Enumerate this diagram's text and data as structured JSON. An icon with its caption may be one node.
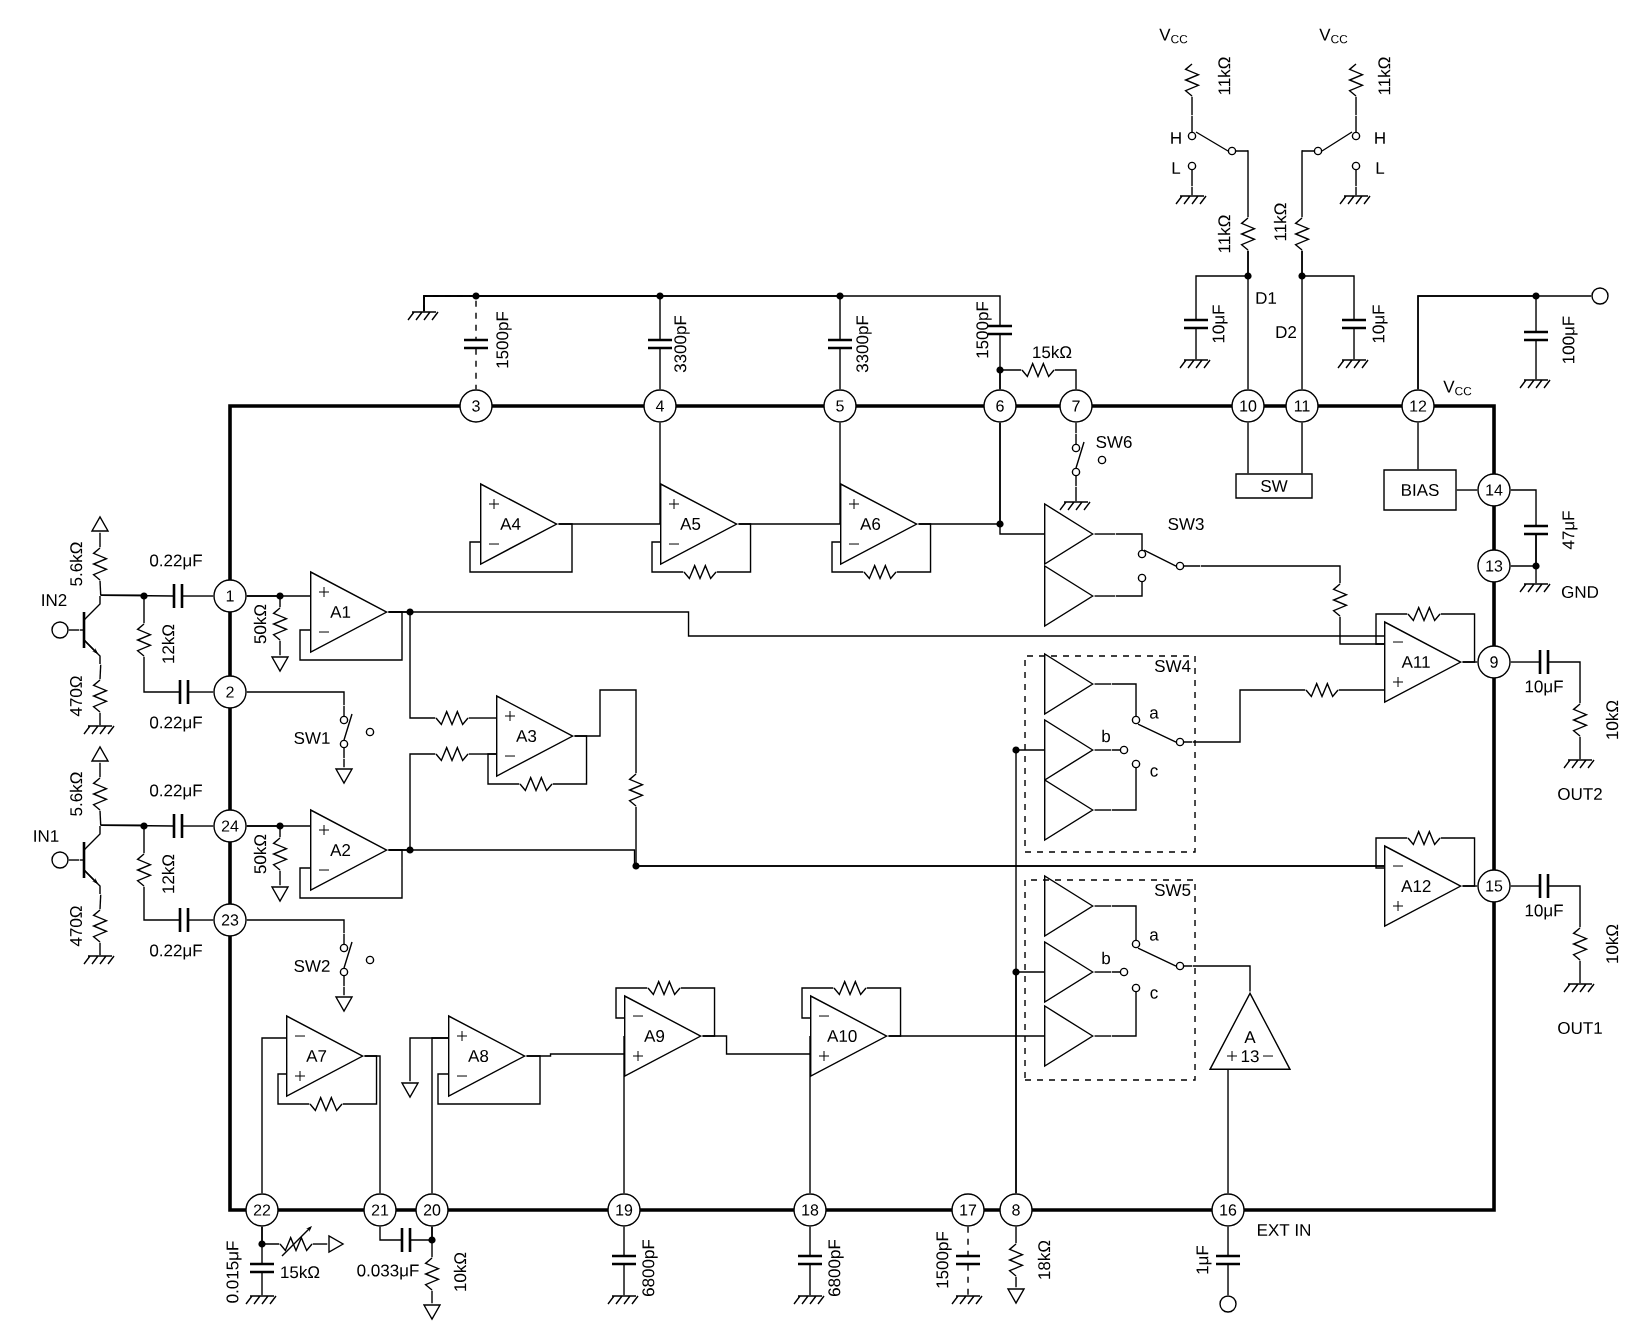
{
  "diagram": {
    "nodes": [
      {
        "text": [
          "1"
        ]
      },
      {
        "text": [
          "2"
        ]
      },
      {
        "text": [
          "3"
        ]
      },
      {
        "text": [
          "4"
        ]
      },
      {
        "text": [
          "5"
        ]
      },
      {
        "text": [
          "6"
        ]
      },
      {
        "text": [
          "7"
        ]
      },
      {
        "text": [
          "8"
        ]
      },
      {
        "text": [
          "9"
        ]
      },
      {
        "text": [
          "10"
        ]
      },
      {
        "text": [
          "11"
        ]
      },
      {
        "text": [
          "12"
        ]
      },
      {
        "text": [
          "13"
        ]
      },
      {
        "text": [
          "14"
        ]
      },
      {
        "text": [
          "15"
        ]
      },
      {
        "text": [
          "16"
        ]
      },
      {
        "text": [
          "17"
        ]
      },
      {
        "text": [
          "18"
        ]
      },
      {
        "text": [
          "19"
        ]
      },
      {
        "text": [
          "20"
        ]
      },
      {
        "text": [
          "21"
        ]
      },
      {
        "text": [
          "22"
        ]
      },
      {
        "text": [
          "23"
        ]
      },
      {
        "text": [
          "24"
        ]
      },
      {
        "text": [
          "A1"
        ]
      },
      {
        "text": [
          "A2"
        ]
      },
      {
        "text": [
          "A3"
        ]
      },
      {
        "text": [
          "A4"
        ]
      },
      {
        "text": [
          "A5"
        ]
      },
      {
        "text": [
          "A6"
        ]
      },
      {
        "text": [
          "A7"
        ]
      },
      {
        "text": [
          "A8"
        ]
      },
      {
        "text": [
          "A9"
        ]
      },
      {
        "text": [
          "A10"
        ]
      },
      {
        "text": [
          "A11"
        ]
      },
      {
        "text": [
          "A12"
        ]
      },
      {
        "text": [
          "A 13"
        ]
      },
      {
        "text": [
          "SW"
        ]
      },
      {
        "text": [
          "BIAS"
        ]
      },
      {
        "text": [
          "SW4"
        ]
      },
      {
        "text": [
          "SW5"
        ]
      },
      {
        "text": [],
        "shape": "triangle"
      },
      {
        "text": [],
        "shape": "triangle"
      },
      {
        "text": [],
        "shape": "triangle",
        "in": 39
      },
      {
        "text": [],
        "shape": "triangle",
        "in": 39
      },
      {
        "text": [],
        "shape": "triangle",
        "in": 39
      },
      {
        "text": [],
        "shape": "triangle",
        "in": 40
      },
      {
        "text": [],
        "shape": "triangle",
        "in": 40
      },
      {
        "text": [],
        "shape": "triangle",
        "in": 40
      },
      {
        "text": [],
        "shape": "ground"
      },
      {
        "text": [],
        "shape": "capacitor"
      },
      {
        "text": [],
        "shape": "capacitor"
      },
      {
        "text": [],
        "shape": "capacitor"
      },
      {
        "text": [],
        "shape": "capacitor"
      },
      {
        "text": [],
        "shape": "resistor"
      },
      {
        "text": [],
        "shape": "switch"
      },
      {
        "text": [],
        "shape": "ground"
      },
      {
        "text": [],
        "shape": "resistor"
      },
      {
        "text": [],
        "shape": "switch"
      },
      {
        "text": [],
        "shape": "ground"
      },
      {
        "text": [],
        "shape": "resistor"
      },
      {
        "text": [],
        "shape": "capacitor"
      },
      {
        "text": [],
        "shape": "ground"
      },
      {
        "text": [],
        "shape": "resistor"
      },
      {
        "text": [],
        "shape": "switch"
      },
      {
        "text": [],
        "shape": "ground"
      },
      {
        "text": [],
        "shape": "resistor"
      },
      {
        "text": [],
        "shape": "capacitor"
      },
      {
        "text": [],
        "shape": "ground"
      },
      {
        "text": [],
        "shape": "circle"
      },
      {
        "text": [],
        "shape": "capacitor"
      },
      {
        "text": [],
        "shape": "ground"
      },
      {
        "text": [],
        "shape": "capacitor"
      },
      {
        "text": [],
        "shape": "ground"
      },
      {
        "text": [],
        "shape": "capacitor"
      },
      {
        "text": [],
        "shape": "resistor"
      },
      {
        "text": [],
        "shape": "ground"
      },
      {
        "text": [],
        "shape": "capacitor"
      },
      {
        "text": [],
        "shape": "resistor"
      },
      {
        "text": [],
        "shape": "ground"
      },
      {
        "text": [],
        "shape": "circle"
      },
      {
        "text": [],
        "shape": "transistor"
      },
      {
        "text": [],
        "shape": "resistor"
      },
      {
        "text": [],
        "shape": "triangle"
      },
      {
        "text": [],
        "shape": "resistor"
      },
      {
        "text": [],
        "shape": "ground"
      },
      {
        "text": [],
        "shape": "capacitor"
      },
      {
        "text": [],
        "shape": "resistor"
      },
      {
        "text": [],
        "shape": "capacitor"
      },
      {
        "text": [],
        "shape": "resistor"
      },
      {
        "text": [],
        "shape": "triangle"
      },
      {
        "text": [],
        "shape": "switch"
      },
      {
        "text": [],
        "shape": "triangle"
      },
      {
        "text": [],
        "shape": "circle"
      },
      {
        "text": [],
        "shape": "transistor"
      },
      {
        "text": [],
        "shape": "resistor"
      },
      {
        "text": [],
        "shape": "triangle"
      },
      {
        "text": [],
        "shape": "resistor"
      },
      {
        "text": [],
        "shape": "ground"
      },
      {
        "text": [],
        "shape": "capacitor"
      },
      {
        "text": [],
        "shape": "resistor"
      },
      {
        "text": [],
        "shape": "capacitor"
      },
      {
        "text": [],
        "shape": "resistor"
      },
      {
        "text": [],
        "shape": "triangle"
      },
      {
        "text": [],
        "shape": "switch"
      },
      {
        "text": [],
        "shape": "triangle"
      },
      {
        "text": [],
        "shape": "capacitor"
      },
      {
        "text": [],
        "shape": "ground"
      },
      {
        "text": [],
        "shape": "resistor"
      },
      {
        "text": [],
        "shape": "triangle"
      },
      {
        "text": [],
        "shape": "capacitor"
      },
      {
        "text": [],
        "shape": "resistor"
      },
      {
        "text": [],
        "shape": "triangle"
      },
      {
        "text": [],
        "shape": "capacitor"
      },
      {
        "text": [],
        "shape": "ground"
      },
      {
        "text": [],
        "shape": "capacitor"
      },
      {
        "text": [],
        "shape": "ground"
      },
      {
        "text": [],
        "shape": "capacitor"
      },
      {
        "text": [],
        "shape": "ground"
      },
      {
        "text": [],
        "shape": "resistor"
      },
      {
        "text": [],
        "shape": "triangle"
      },
      {
        "text": [],
        "shape": "capacitor"
      },
      {
        "text": [],
        "shape": "circle"
      },
      {
        "text": [],
        "shape": "resistor"
      },
      {
        "text": [],
        "shape": "resistor"
      },
      {
        "text": [],
        "shape": "resistor"
      },
      {
        "text": [],
        "shape": "resistor"
      },
      {
        "text": [],
        "shape": "resistor"
      },
      {
        "text": [],
        "shape": "resistor"
      },
      {
        "text": [],
        "shape": "resistor"
      },
      {
        "text": [],
        "shape": "resistor"
      },
      {
        "text": [],
        "shape": "resistor"
      },
      {
        "text": [],
        "shape": "resistor"
      },
      {
        "text": [],
        "shape": "triangle"
      },
      {
        "text": [],
        "shape": "switch"
      },
      {
        "text": [],
        "shape": "resistor"
      },
      {
        "text": [],
        "shape": "switch",
        "in": 39
      },
      {
        "text": [],
        "shape": "resistor"
      },
      {
        "text": [],
        "shape": "switch",
        "in": 40
      },
      {
        "text": [],
        "shape": "resistor"
      }
    ],
    "edges": [
      {
        "from": 0,
        "to": 24,
        "arrow": "none"
      },
      {
        "from": 23,
        "to": 25,
        "arrow": "none"
      },
      {
        "from": 27,
        "to": 28,
        "arrow": "none"
      },
      {
        "from": 28,
        "to": 29,
        "arrow": "none"
      },
      {
        "from": 3,
        "to": 28,
        "arrow": "none"
      },
      {
        "from": 4,
        "to": 29,
        "arrow": "none"
      },
      {
        "from": 29,
        "to": 5,
        "arrow": "none"
      },
      {
        "from": 5,
        "to": 41,
        "arrow": "none"
      },
      {
        "from": 24,
        "to": 34,
        "arrow": "none"
      },
      {
        "from": 25,
        "to": 35,
        "arrow": "none"
      },
      {
        "from": 31,
        "to": 32,
        "arrow": "none"
      },
      {
        "from": 32,
        "to": 33,
        "arrow": "none"
      },
      {
        "from": 33,
        "to": 48,
        "arrow": "none"
      },
      {
        "from": 9,
        "to": 37,
        "arrow": "none"
      },
      {
        "from": 10,
        "to": 37,
        "arrow": "none"
      },
      {
        "from": 11,
        "to": 38,
        "arrow": "none"
      },
      {
        "from": 38,
        "to": 13,
        "arrow": "none"
      },
      {
        "from": 15,
        "to": 36,
        "arrow": "none"
      },
      {
        "from": 34,
        "to": 8,
        "arrow": "none"
      },
      {
        "from": 35,
        "to": 14,
        "arrow": "none"
      },
      {
        "from": 18,
        "to": 32,
        "arrow": "none"
      },
      {
        "from": 17,
        "to": 33,
        "arrow": "none"
      },
      {
        "from": 19,
        "to": 31,
        "arrow": "none"
      },
      {
        "from": 30,
        "to": 20,
        "arrow": "none"
      },
      {
        "from": 21,
        "to": 30,
        "arrow": "none"
      },
      {
        "from": 7,
        "to": 44,
        "arrow": "none"
      },
      {
        "from": 7,
        "to": 47,
        "arrow": "none"
      },
      {
        "from": 49,
        "to": 50,
        "arrow": "none",
        "style": "dashed"
      },
      {
        "from": 49,
        "to": 51,
        "arrow": "none"
      },
      {
        "from": 49,
        "to": 52,
        "arrow": "none"
      },
      {
        "from": 49,
        "to": 53,
        "arrow": "none"
      },
      {
        "from": 50,
        "to": 2,
        "arrow": "none",
        "style": "dashed"
      },
      {
        "from": 51,
        "to": 3,
        "arrow": "none"
      },
      {
        "from": 52,
        "to": 4,
        "arrow": "none"
      },
      {
        "from": 53,
        "to": 5,
        "arrow": "none"
      },
      {
        "from": 5,
        "to": 54,
        "arrow": "none"
      },
      {
        "from": 54,
        "to": 6,
        "arrow": "none"
      },
      {
        "from": 6,
        "to": 55,
        "arrow": "none"
      },
      {
        "from": 55,
        "to": 56,
        "arrow": "none"
      },
      {
        "from": 57,
        "to": 58,
        "arrow": "none"
      },
      {
        "from": 58,
        "to": 60,
        "arrow": "none"
      },
      {
        "from": 58,
        "to": 59,
        "arrow": "none"
      },
      {
        "from": 60,
        "to": 9,
        "arrow": "none"
      },
      {
        "from": 60,
        "to": 61,
        "arrow": "none"
      },
      {
        "from": 61,
        "to": 62,
        "arrow": "none"
      },
      {
        "from": 63,
        "to": 64,
        "arrow": "none"
      },
      {
        "from": 64,
        "to": 66,
        "arrow": "none"
      },
      {
        "from": 64,
        "to": 65,
        "arrow": "none"
      },
      {
        "from": 66,
        "to": 10,
        "arrow": "none"
      },
      {
        "from": 66,
        "to": 67,
        "arrow": "none"
      },
      {
        "from": 67,
        "to": 68,
        "arrow": "none"
      },
      {
        "from": 11,
        "to": 69,
        "arrow": "none"
      },
      {
        "from": 11,
        "to": 70,
        "arrow": "none"
      },
      {
        "from": 70,
        "to": 71,
        "arrow": "none"
      },
      {
        "from": 13,
        "to": 72,
        "arrow": "none"
      },
      {
        "from": 72,
        "to": 12,
        "arrow": "none"
      },
      {
        "from": 72,
        "to": 73,
        "arrow": "none"
      },
      {
        "from": 8,
        "to": 74,
        "arrow": "none"
      },
      {
        "from": 74,
        "to": 75,
        "arrow": "none"
      },
      {
        "from": 75,
        "to": 76,
        "arrow": "none"
      },
      {
        "from": 14,
        "to": 77,
        "arrow": "none"
      },
      {
        "from": 77,
        "to": 78,
        "arrow": "none"
      },
      {
        "from": 78,
        "to": 79,
        "arrow": "none"
      },
      {
        "from": 80,
        "to": 81,
        "arrow": "none"
      },
      {
        "from": 81,
        "to": 82,
        "arrow": "none"
      },
      {
        "from": 82,
        "to": 83,
        "arrow": "none"
      },
      {
        "from": 81,
        "to": 84,
        "arrow": "none"
      },
      {
        "from": 84,
        "to": 85,
        "arrow": "none"
      },
      {
        "from": 81,
        "to": 86,
        "arrow": "none"
      },
      {
        "from": 86,
        "to": 0,
        "arrow": "none"
      },
      {
        "from": 81,
        "to": 87,
        "arrow": "none"
      },
      {
        "from": 87,
        "to": 88,
        "arrow": "none"
      },
      {
        "from": 88,
        "to": 1,
        "arrow": "none"
      },
      {
        "from": 0,
        "to": 89,
        "arrow": "none"
      },
      {
        "from": 89,
        "to": 90,
        "arrow": "none"
      },
      {
        "from": 1,
        "to": 91,
        "arrow": "none"
      },
      {
        "from": 91,
        "to": 92,
        "arrow": "none"
      },
      {
        "from": 93,
        "to": 94,
        "arrow": "none"
      },
      {
        "from": 94,
        "to": 95,
        "arrow": "none"
      },
      {
        "from": 95,
        "to": 96,
        "arrow": "none"
      },
      {
        "from": 94,
        "to": 97,
        "arrow": "none"
      },
      {
        "from": 97,
        "to": 98,
        "arrow": "none"
      },
      {
        "from": 94,
        "to": 99,
        "arrow": "none"
      },
      {
        "from": 99,
        "to": 23,
        "arrow": "none"
      },
      {
        "from": 94,
        "to": 100,
        "arrow": "none"
      },
      {
        "from": 100,
        "to": 101,
        "arrow": "none"
      },
      {
        "from": 101,
        "to": 22,
        "arrow": "none"
      },
      {
        "from": 23,
        "to": 102,
        "arrow": "none"
      },
      {
        "from": 102,
        "to": 103,
        "arrow": "none"
      },
      {
        "from": 22,
        "to": 104,
        "arrow": "none"
      },
      {
        "from": 104,
        "to": 105,
        "arrow": "none"
      },
      {
        "from": 21,
        "to": 106,
        "arrow": "none"
      },
      {
        "from": 106,
        "to": 107,
        "arrow": "none"
      },
      {
        "from": 21,
        "to": 108,
        "arrow": "none"
      },
      {
        "from": 108,
        "to": 109,
        "arrow": "none"
      },
      {
        "from": 20,
        "to": 110,
        "arrow": "none"
      },
      {
        "from": 110,
        "to": 19,
        "arrow": "none"
      },
      {
        "from": 19,
        "to": 111,
        "arrow": "none"
      },
      {
        "from": 111,
        "to": 112,
        "arrow": "none"
      },
      {
        "from": 18,
        "to": 113,
        "arrow": "none"
      },
      {
        "from": 113,
        "to": 114,
        "arrow": "none"
      },
      {
        "from": 17,
        "to": 115,
        "arrow": "none"
      },
      {
        "from": 115,
        "to": 116,
        "arrow": "none"
      },
      {
        "from": 16,
        "to": 117,
        "arrow": "none",
        "style": "dashed"
      },
      {
        "from": 117,
        "to": 118,
        "arrow": "none",
        "style": "dashed"
      },
      {
        "from": 7,
        "to": 119,
        "arrow": "none"
      },
      {
        "from": 119,
        "to": 120,
        "arrow": "none"
      },
      {
        "from": 15,
        "to": 121,
        "arrow": "none"
      },
      {
        "from": 121,
        "to": 122,
        "arrow": "none"
      },
      {
        "from": 24,
        "to": 123,
        "arrow": "none"
      },
      {
        "from": 123,
        "to": 26,
        "arrow": "none"
      },
      {
        "from": 25,
        "to": 124,
        "arrow": "none"
      },
      {
        "from": 124,
        "to": 26,
        "arrow": "none"
      },
      {
        "from": 26,
        "to": 125,
        "arrow": "none"
      },
      {
        "from": 125,
        "to": 26,
        "arrow": "none"
      },
      {
        "from": 28,
        "to": 126,
        "arrow": "none"
      },
      {
        "from": 126,
        "to": 28,
        "arrow": "none"
      },
      {
        "from": 29,
        "to": 127,
        "arrow": "none"
      },
      {
        "from": 127,
        "to": 29,
        "arrow": "none"
      },
      {
        "from": 32,
        "to": 128,
        "arrow": "none"
      },
      {
        "from": 128,
        "to": 32,
        "arrow": "none"
      },
      {
        "from": 33,
        "to": 129,
        "arrow": "none"
      },
      {
        "from": 129,
        "to": 33,
        "arrow": "none"
      },
      {
        "from": 34,
        "to": 130,
        "arrow": "none"
      },
      {
        "from": 130,
        "to": 34,
        "arrow": "none"
      },
      {
        "from": 35,
        "to": 131,
        "arrow": "none"
      },
      {
        "from": 131,
        "to": 35,
        "arrow": "none"
      },
      {
        "from": 30,
        "to": 132,
        "arrow": "none"
      },
      {
        "from": 132,
        "to": 30,
        "arrow": "none"
      },
      {
        "from": 24,
        "to": 24,
        "arrow": "none"
      },
      {
        "from": 25,
        "to": 25,
        "arrow": "none"
      },
      {
        "from": 27,
        "to": 27,
        "arrow": "none"
      },
      {
        "from": 31,
        "to": 31,
        "arrow": "none"
      },
      {
        "from": 31,
        "to": 133,
        "arrow": "none"
      },
      {
        "from": 41,
        "to": 134,
        "arrow": "none"
      },
      {
        "from": 42,
        "to": 134,
        "arrow": "none"
      },
      {
        "from": 134,
        "to": 135,
        "arrow": "none"
      },
      {
        "from": 135,
        "to": 34,
        "arrow": "none"
      },
      {
        "from": 43,
        "to": 136,
        "arrow": "none"
      },
      {
        "from": 44,
        "to": 136,
        "arrow": "none"
      },
      {
        "from": 45,
        "to": 136,
        "arrow": "none"
      },
      {
        "from": 136,
        "to": 137,
        "arrow": "none"
      },
      {
        "from": 137,
        "to": 34,
        "arrow": "none"
      },
      {
        "from": 46,
        "to": 138,
        "arrow": "none"
      },
      {
        "from": 47,
        "to": 138,
        "arrow": "none"
      },
      {
        "from": 48,
        "to": 138,
        "arrow": "none"
      },
      {
        "from": 138,
        "to": 36,
        "arrow": "none"
      },
      {
        "from": 26,
        "to": 139,
        "arrow": "none"
      },
      {
        "from": 139,
        "to": 35,
        "arrow": "none"
      }
    ],
    "labels": [
      "V$_{CC}$",
      "V$_{CC}$",
      "11kΩ",
      "11kΩ",
      "H",
      "H",
      "L",
      "L",
      "11kΩ",
      "11kΩ",
      "D1",
      "1500pF",
      "3300pF",
      "3300pF",
      "1500pF",
      "15kΩ",
      "10μF",
      "D2",
      "10μF",
      "100μF",
      "V$_{CC}$",
      "SW6",
      "5.6kΩ",
      "SW3",
      "47μF",
      "0.22μF",
      "IN2",
      "GND",
      "470Ω",
      "12kΩ",
      "50kΩ",
      "10μF",
      "0.22μF",
      "SW1",
      "b",
      "a",
      "10kΩ",
      "5.6kΩ",
      "c",
      "0.22μF",
      "OUT2",
      "IN1",
      "470Ω",
      "12kΩ",
      "50kΩ",
      "10μF",
      "0.22μF",
      "SW2",
      "b",
      "a",
      "10kΩ",
      "c",
      "OUT1",
      "EXT IN",
      "0.015μF",
      "15kΩ",
      "0.033μF",
      "10kΩ",
      "6800pF",
      "6800pF",
      "1500pF",
      "18kΩ",
      "1μF"
    ]
  }
}
